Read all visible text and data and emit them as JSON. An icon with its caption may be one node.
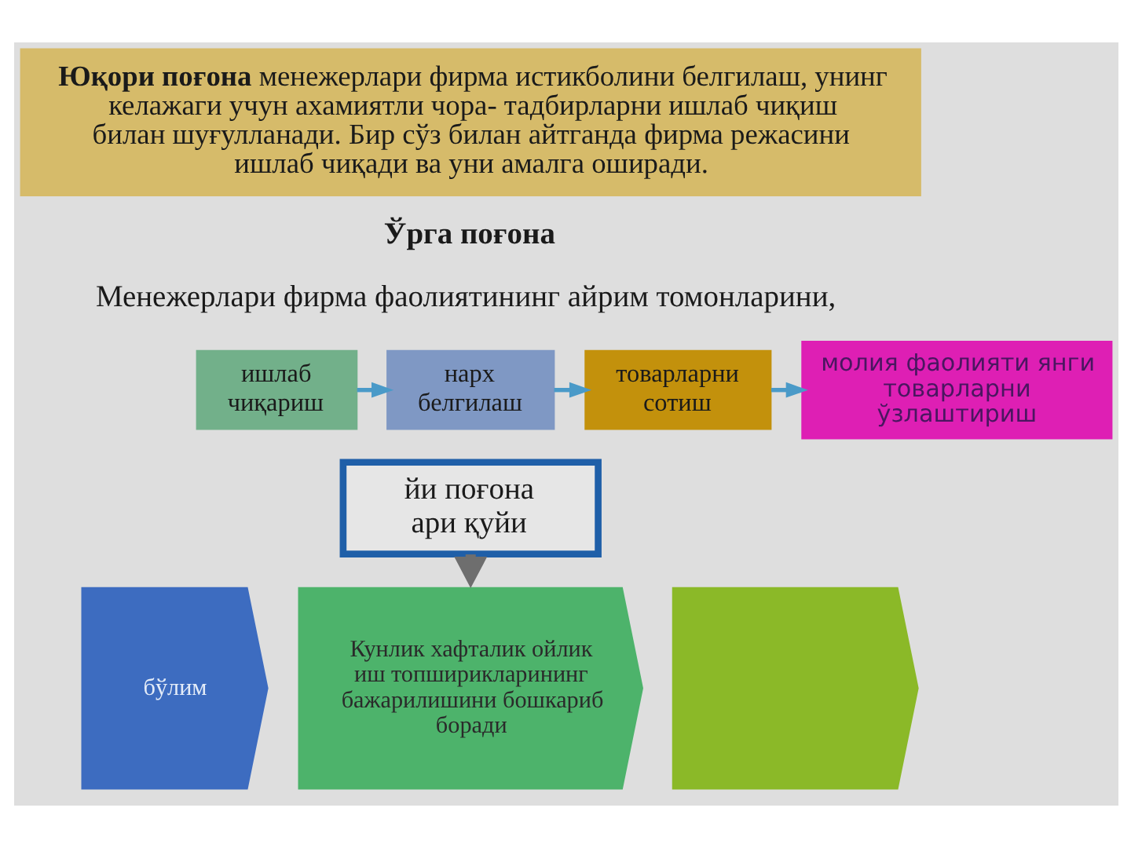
{
  "diagram": {
    "nodes": [
      {
        "text": [
          "**Юқори поғона** менежерлари фирма истикболини белгилаш, унинг келажаги учун ахамиятли чора- тадбирларни ишлаб чиқиш билан шуғулланади. Бир сўз билан айтганда фирма режасини ишлаб чиқади ва уни амалга оширади."
        ]
      },
      {
        "text": [
          "ишлаб чиқариш"
        ]
      },
      {
        "text": [
          "нарх белгилаш"
        ]
      },
      {
        "text": [
          "товарларни сотиш"
        ]
      },
      {
        "text": [
          "молия фаолияти янги товарларни ўзлаштириш"
        ]
      },
      {
        "text": [
          "йи поғона",
          "ари қуйи"
        ]
      },
      {
        "text": [
          "бўлим"
        ]
      },
      {
        "text": [
          "Кунлик хафталик ойлик иш топширикларининг бажарилишини бошкариб боради"
        ]
      },
      {
        "text": [],
        "shape": "chevron"
      }
    ],
    "edges": [
      {
        "from": 1,
        "to": 2,
        "arrow": "to"
      },
      {
        "from": 2,
        "to": 3,
        "arrow": "to"
      },
      {
        "from": 3,
        "to": 4,
        "arrow": "to"
      },
      {
        "from": 5,
        "to": 7,
        "arrow": "to",
        "style": "thick",
        "color": "#6e6e6e"
      }
    ],
    "labels": [
      "Ўрга поғона",
      "Менежерлари фирма фаолиятининг айрим томонларини,"
    ]
  }
}
